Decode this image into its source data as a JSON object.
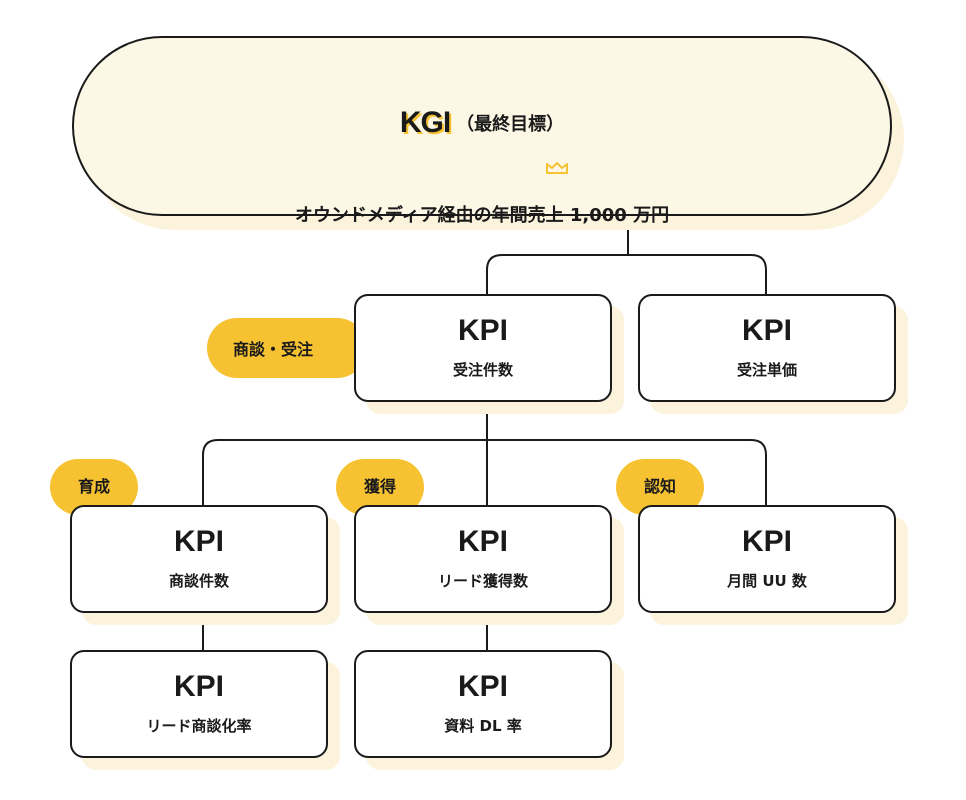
{
  "kgi": {
    "label": "KGI",
    "sublabel": "（最終目標）",
    "goal": "オウンドメディア経由の年間売上 1,000 万円",
    "icon": "crown-icon"
  },
  "kpis": {
    "orders": {
      "title": "KPI",
      "label": "受注件数"
    },
    "unit_price": {
      "title": "KPI",
      "label": "受注単価"
    },
    "deals": {
      "title": "KPI",
      "label": "商談件数"
    },
    "leads": {
      "title": "KPI",
      "label": "リード獲得数"
    },
    "monthly_uu": {
      "title": "KPI",
      "label": "月間 UU 数"
    },
    "lead_deal_rate": {
      "title": "KPI",
      "label": "リード商談化率"
    },
    "doc_dl_rate": {
      "title": "KPI",
      "label": "資料 DL 率"
    }
  },
  "tags": {
    "deal_order": "商談・受注",
    "nurture": "育成",
    "acquire": "獲得",
    "awareness": "認知"
  },
  "colors": {
    "accent": "#f6c232",
    "kgi_fill": "#fdf8e6",
    "shadow": "#fbf3dc",
    "stroke": "#1a1a1a"
  }
}
